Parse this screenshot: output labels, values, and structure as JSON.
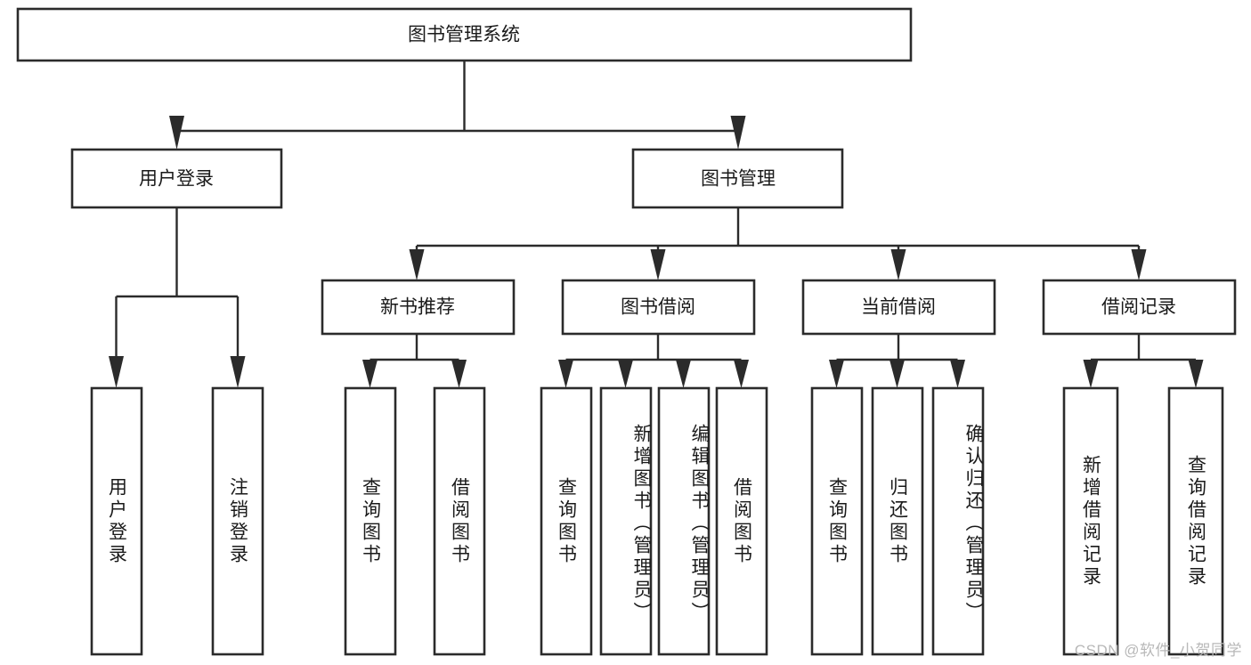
{
  "diagram": {
    "title": "图书管理系统",
    "type": "hierarchy-tree",
    "watermark": "CSDN @软件_小贺同学",
    "colors": {
      "box_stroke": "#2b2b2b",
      "box_fill": "#ffffff",
      "text": "#1a1a1a",
      "background": "#ffffff",
      "watermark": "#b8b8b8"
    },
    "levels": {
      "root": {
        "label": "图书管理系统"
      },
      "level2": [
        {
          "label": "用户登录"
        },
        {
          "label": "图书管理"
        }
      ],
      "level3": [
        {
          "label": "新书推荐"
        },
        {
          "label": "图书借阅"
        },
        {
          "label": "当前借阅"
        },
        {
          "label": "借阅记录"
        }
      ],
      "leaves": [
        {
          "label": "用户登录",
          "parent": "用户登录"
        },
        {
          "label": "注销登录",
          "parent": "用户登录"
        },
        {
          "label": "查询图书",
          "parent": "新书推荐"
        },
        {
          "label": "借阅图书",
          "parent": "新书推荐"
        },
        {
          "label": "查询图书",
          "parent": "图书借阅"
        },
        {
          "label": "新增图书（管理员）",
          "parent": "图书借阅"
        },
        {
          "label": "编辑图书（管理员）",
          "parent": "图书借阅"
        },
        {
          "label": "借阅图书",
          "parent": "图书借阅"
        },
        {
          "label": "查询图书",
          "parent": "当前借阅"
        },
        {
          "label": "归还图书",
          "parent": "当前借阅"
        },
        {
          "label": "确认归还（管理员）",
          "parent": "当前借阅"
        },
        {
          "label": "新增借阅记录",
          "parent": "借阅记录"
        },
        {
          "label": "查询借阅记录",
          "parent": "借阅记录"
        }
      ]
    }
  }
}
